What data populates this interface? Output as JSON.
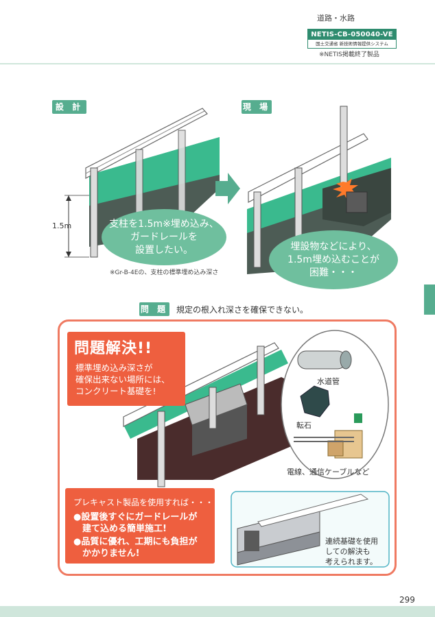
{
  "header": {
    "category": "道路・水路",
    "netis_code": "NETIS-CB-050040-VE",
    "netis_sub": "国土交通省 新技術情報提供システム",
    "netis_ended": "※NETIS掲載終了製品"
  },
  "design": {
    "label": "設 計",
    "depth": "1.5m",
    "bubble_lines": [
      "支柱を1.5m※埋め込み、",
      "ガードレールを",
      "設置したい。"
    ],
    "note": "※Gr-B-4Eの、支柱の標準埋め込み深さ"
  },
  "site": {
    "label": "現 場",
    "bubble_lines": [
      "埋設物などにより、",
      "1.5m埋め込むことが",
      "困難・・・"
    ]
  },
  "problem": {
    "label": "問 題",
    "text": "規定の根入れ深さを確保できない。"
  },
  "solution": {
    "title": "問題解決!!",
    "lines": [
      "標準埋め込み深さが",
      "確保出来ない場所には、",
      "コンクリート基礎を!"
    ],
    "objects": {
      "water_pipe": "水道管",
      "rock": "転石",
      "cable": "電線、通信ケーブルなど"
    }
  },
  "precast": {
    "title": "プレキャスト製品を使用すれば・・・",
    "item1": [
      "●設置後すぐにガードレールが",
      "　建て込める簡単施工!"
    ],
    "item2": [
      "●品質に優れ、工期にも負担が",
      "　かかりません!"
    ]
  },
  "continuous": {
    "lines": [
      "連続基礎を使用",
      "しての解決も",
      "考えられます。"
    ]
  },
  "page_number": "299",
  "colors": {
    "accent_green": "#56ad8f",
    "accent_orange": "#ee5f3f",
    "box_border": "#ef7a62"
  }
}
